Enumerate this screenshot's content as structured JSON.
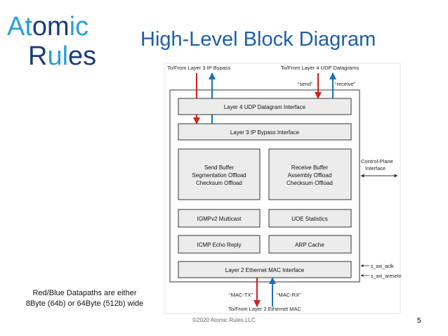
{
  "slide": {
    "title": "High-Level Block Diagram",
    "caption_line1": "Red/Blue Datapaths are either",
    "caption_line2": "8Byte (64b) or 64Byte (512b) wide",
    "footer": "©2020 Atomic Rules LLC",
    "page_number": "5"
  },
  "logo": {
    "line1_a": "At",
    "line1_b": "om",
    "line1_c": "ic",
    "line2_a": "R",
    "line2_b": "ul",
    "line2_c": "es",
    "dark_color": "#1c3c78",
    "light_color": "#2a9fd6"
  },
  "diagram": {
    "labels": {
      "l3_bypass_top": "To/From Layer 3 IP Bypass",
      "l4_udp_top": "To/From Layer 4 UDP Datagrams",
      "send": "“send”",
      "receive": "“receive”",
      "control_plane_1": "Control-Plane",
      "control_plane_2": "Interface",
      "aclk": "s_axi_aclk",
      "aresetn": "s_axi_aresetn",
      "mac_tx": "“MAC-TX”",
      "mac_rx": "“MAC-RX”",
      "l2_bottom": "To/From Layer 2 Ethernet MAC"
    },
    "blocks": {
      "udp_interface": "Layer 4 UDP Datagram Interface",
      "ip_bypass": "Layer 3 IP Bypass Interface",
      "send_buffer_1": "Send Buffer",
      "send_buffer_2": "Segmentation Offload",
      "send_buffer_3": "Checksum Offload",
      "recv_buffer_1": "Receive Buffer",
      "recv_buffer_2": "Assembly Offload",
      "recv_buffer_3": "Checksum Offload",
      "igmp": "IGMPv2 Multicast",
      "uoe_stats": "UOE Statistics",
      "icmp": "ICMP Echo Reply",
      "arp": "ARP Cache",
      "mac_interface": "Layer 2 Ethernet MAC Interface"
    },
    "colors": {
      "red_path": "#d41f1f",
      "blue_path": "#1f6fb8",
      "block_fill": "#ececec",
      "line": "#333333"
    }
  }
}
